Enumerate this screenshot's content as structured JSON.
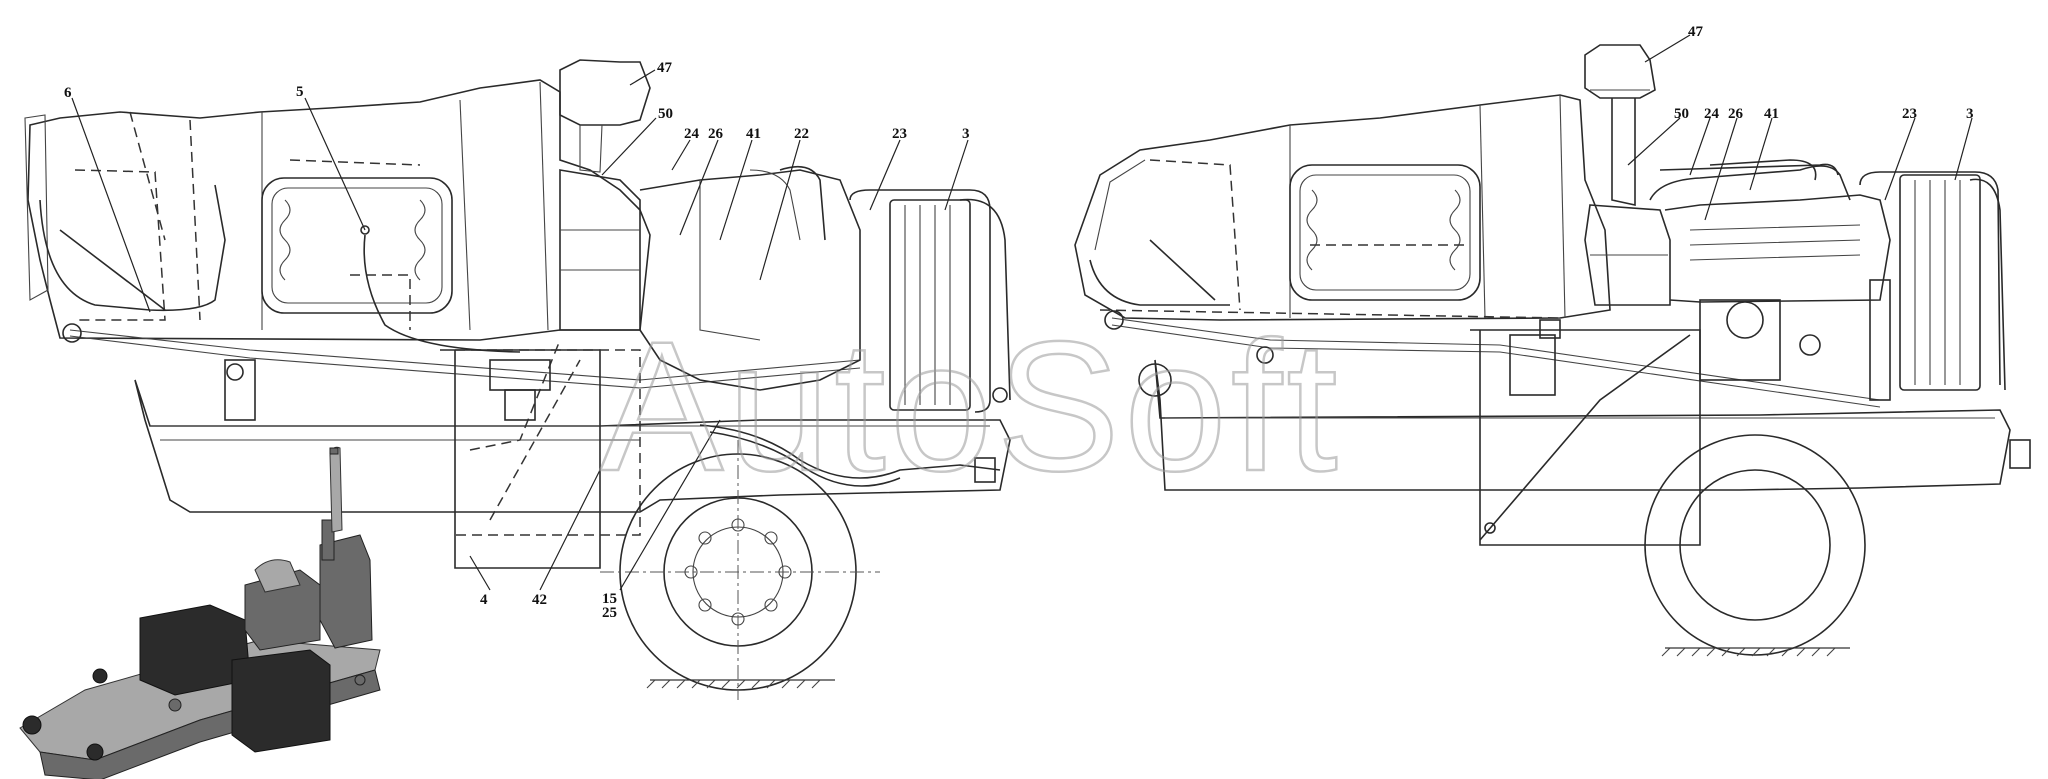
{
  "watermark": "AutoSoft",
  "left_view": {
    "callouts": [
      "6",
      "5",
      "47",
      "50",
      "24",
      "26",
      "41",
      "22",
      "23",
      "3",
      "4",
      "42",
      "15",
      "25"
    ]
  },
  "right_view": {
    "callouts": [
      "47",
      "50",
      "24",
      "26",
      "41",
      "23",
      "3"
    ]
  }
}
